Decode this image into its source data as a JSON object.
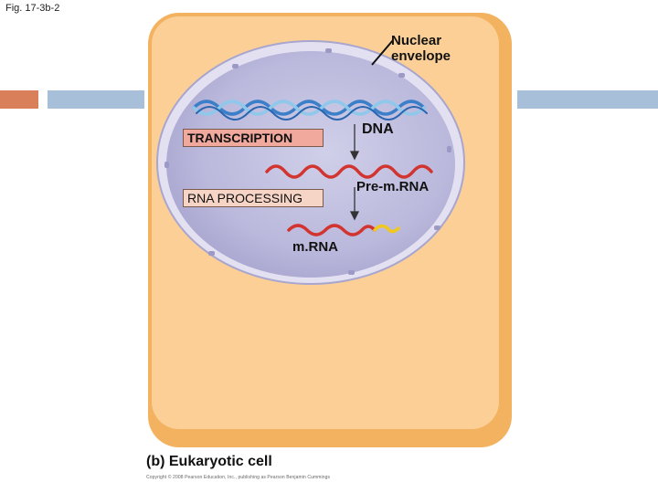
{
  "figure_label": "Fig. 17-3b-2",
  "labels": {
    "nuclear_envelope_line1": "Nuclear",
    "nuclear_envelope_line2": "envelope",
    "dna": "DNA",
    "pre_mrna": "Pre-m.RNA",
    "mrna": "m.RNA"
  },
  "process_boxes": {
    "transcription": "TRANSCRIPTION",
    "rna_processing": "RNA PROCESSING"
  },
  "caption": "(b) Eukaryotic cell",
  "copyright": "Copyright © 2008 Pearson Education, Inc., publishing as Pearson Benjamin Cummings",
  "colors": {
    "cytoplasm": "#fbcf96",
    "cell_border": "#f5b35d",
    "nucleus": "#bab8dc",
    "nucleus_border": "#dcdcee",
    "dna_blue": "#3a7fc8",
    "dna_light": "#8fc8ea",
    "rna_red": "#d23430",
    "cap_yellow": "#f0c81e",
    "accent_orange": "#d9805a",
    "accent_blue": "#a7bfd8"
  }
}
